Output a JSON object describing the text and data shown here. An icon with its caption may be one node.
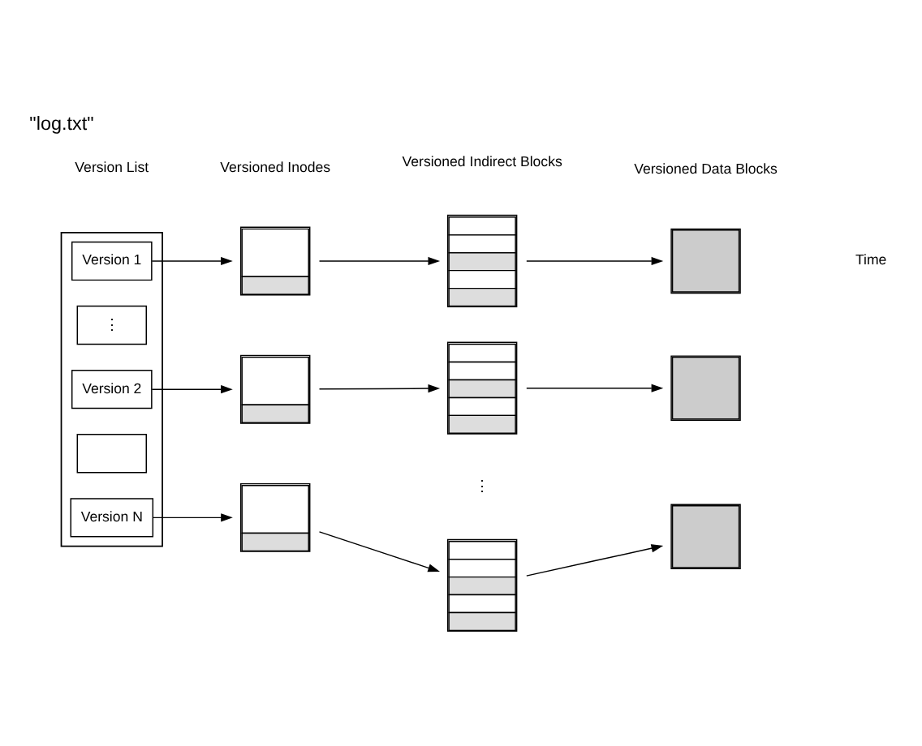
{
  "diagram": {
    "title": "\"log.txt\"",
    "nodes": [
      {
        "text": [],
        "shape": "box"
      },
      {
        "text": [
          "Version 1"
        ],
        "in": 0
      },
      {
        "text": [
          "Version 2"
        ],
        "in": 0
      },
      {
        "text": [
          "⋮"
        ],
        "in": 0
      },
      {
        "text": [
          "Version N"
        ],
        "in": 0
      },
      {
        "text": [],
        "shape": "box",
        "in": 0
      },
      {
        "text": [],
        "shape": "box"
      },
      {
        "text": [],
        "shape": "box"
      },
      {
        "text": [],
        "shape": "box"
      },
      {
        "text": [],
        "shape": "box"
      },
      {
        "text": [],
        "shape": "box"
      },
      {
        "text": [],
        "shape": "box"
      },
      {
        "text": [],
        "shape": "box"
      },
      {
        "text": [],
        "shape": "box"
      },
      {
        "text": [],
        "shape": "box"
      }
    ],
    "edges": [
      {
        "from": 1,
        "to": 6,
        "arrow": "to"
      },
      {
        "from": 6,
        "to": 7,
        "arrow": "to"
      },
      {
        "from": 7,
        "to": 8,
        "arrow": "to"
      },
      {
        "from": 2,
        "to": 9,
        "arrow": "to"
      },
      {
        "from": 9,
        "to": 10,
        "arrow": "to"
      },
      {
        "from": 10,
        "to": 11,
        "arrow": "to"
      },
      {
        "from": 4,
        "to": 12,
        "arrow": "to"
      },
      {
        "from": 12,
        "to": 13,
        "arrow": "to"
      },
      {
        "from": 13,
        "to": 14,
        "arrow": "to"
      }
    ],
    "labels": [
      "Version List",
      "Versioned Inodes",
      "Versioned Indirect Blocks",
      "Versioned Data Blocks",
      "⋮",
      "Time"
    ]
  }
}
